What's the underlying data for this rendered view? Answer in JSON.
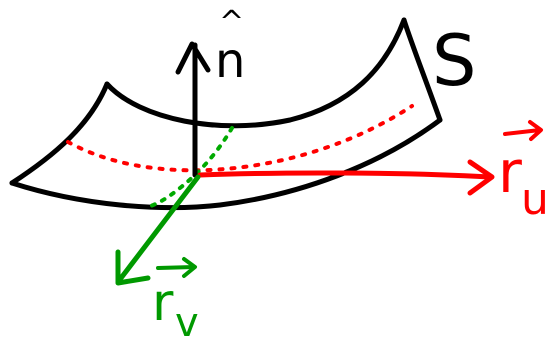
{
  "labels": {
    "surface": "S",
    "normal": "n",
    "normal_hat": "^",
    "vector_u_base": "r",
    "vector_u_sub": "u",
    "vector_v_base": "r",
    "vector_v_sub": "v"
  },
  "colors": {
    "surface": "#000000",
    "normal": "#000000",
    "vector_u": "#ff0000",
    "vector_v": "#009900",
    "curve_u": "#ff0000",
    "curve_v": "#00aa00"
  }
}
